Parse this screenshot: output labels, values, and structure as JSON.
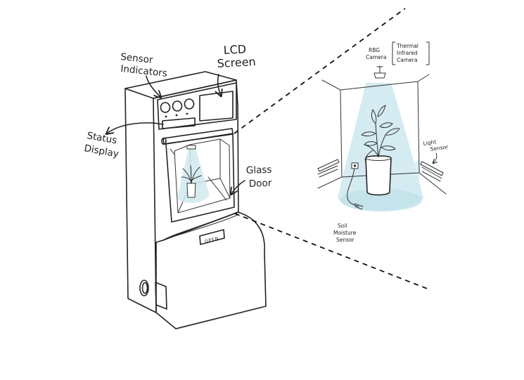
{
  "machine": {
    "labels": {
      "sensor_indicators_line1": "Sensor",
      "sensor_indicators_line2": "Indicators",
      "lcd_screen_line1": "LCD",
      "lcd_screen_line2": "Screen",
      "status_display_line1": "Status",
      "status_display_line2": "Display",
      "glass_door_line1": "Glass",
      "glass_door_line2": "Door",
      "door_handle_text": "OPEN"
    }
  },
  "chamber": {
    "labels": {
      "rgb_camera_line1": "RBG",
      "rgb_camera_line2": "Camera",
      "thermal_camera_line1": "Thermal",
      "thermal_camera_line2": "Infrared",
      "thermal_camera_line3": "Camera",
      "light_sensor_line1": "Light",
      "light_sensor_line2": "Sensor",
      "soil_sensor_line1": "Soil",
      "soil_sensor_line2": "Moisture",
      "soil_sensor_line3": "Sensor"
    }
  },
  "colors": {
    "ink": "#222222",
    "light_beam": "#cfe9ef",
    "paper": "#ffffff"
  }
}
